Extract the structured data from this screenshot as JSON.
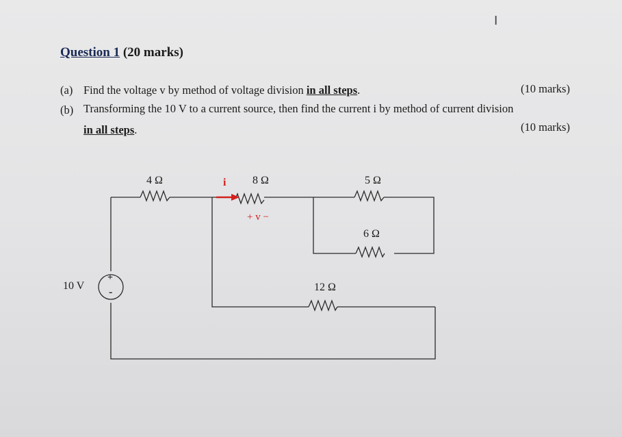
{
  "question": {
    "title_prefix": "Question 1",
    "title_marks": " (20 marks)"
  },
  "parts": {
    "a": {
      "label": "(a)",
      "text": "Find the voltage v by method of voltage division ",
      "emphasis": "in all steps",
      "end": ".",
      "marks": "(10 marks)"
    },
    "b": {
      "label": "(b)",
      "text": "Transforming the 10 V to a current source, then find the current i by method of current division",
      "emphasis": "in all steps",
      "end": ".",
      "marks": "(10 marks)"
    }
  },
  "circuit": {
    "r1": "4 Ω",
    "r2": "8 Ω",
    "r3": "5 Ω",
    "r4": "6 Ω",
    "r5": "12 Ω",
    "source": "10 V",
    "source_plus": "+",
    "source_minus": "-",
    "current": "i",
    "voltage": "+ v −",
    "current_arrow_color": "#d42020"
  },
  "cursor_glyph": "I"
}
